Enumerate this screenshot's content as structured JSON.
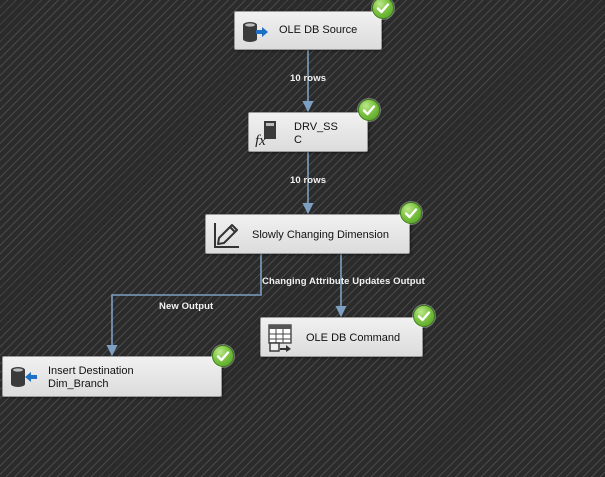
{
  "components": {
    "ole_db_source": {
      "label": "OLE DB Source"
    },
    "derived_column": {
      "label_line1": "DRV_SS",
      "label_line2": "C"
    },
    "scd": {
      "label": "Slowly Changing Dimension"
    },
    "ole_db_command": {
      "label": "OLE DB Command"
    },
    "insert_destination": {
      "label_line1": "Insert Destination",
      "label_line2": "Dim_Branch"
    }
  },
  "flows": {
    "source_to_derived": {
      "label": "10 rows"
    },
    "derived_to_scd": {
      "label": "10 rows"
    },
    "scd_to_insert": {
      "label": "New Output"
    },
    "scd_to_command": {
      "label": "Changing Attribute Updates Output"
    }
  },
  "icons": {
    "ole_db_source": "database-source-icon",
    "derived_column": "derived-column-fx-icon",
    "scd": "slowly-changing-dimension-icon",
    "ole_db_command": "grid-command-icon",
    "insert_destination": "database-destination-icon",
    "status": "success-check-icon"
  },
  "colors": {
    "canvas_background": "#2b2b2b",
    "flow_line": "#7d9fc2",
    "success_check": "#7cc341"
  }
}
